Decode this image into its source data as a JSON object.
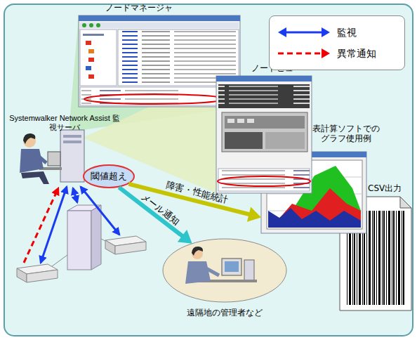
{
  "diagram": {
    "nodes": [
      {
        "text": [
          "ノードマネージャ"
        ]
      },
      {
        "text": [
          "ノードビュー"
        ]
      },
      {
        "text": [
          "Systemwalker Network Assist 監視サーバ"
        ]
      },
      {
        "text": [
          "閾値超え"
        ]
      },
      {
        "text": [
          "表計算ソフトでのグラフ使用例"
        ]
      },
      {
        "text": [
          "CSV出力"
        ]
      },
      {
        "text": [
          "遠隔地の管理者など"
        ]
      }
    ],
    "edges": [
      {
        "from": 3,
        "to": 4,
        "label": "障害・性能統計",
        "arrow": "to"
      },
      {
        "from": 3,
        "to": 6,
        "label": "メール通知",
        "arrow": "to"
      }
    ],
    "legend": [
      {
        "text": "監視"
      },
      {
        "text": "異常通知"
      }
    ]
  }
}
